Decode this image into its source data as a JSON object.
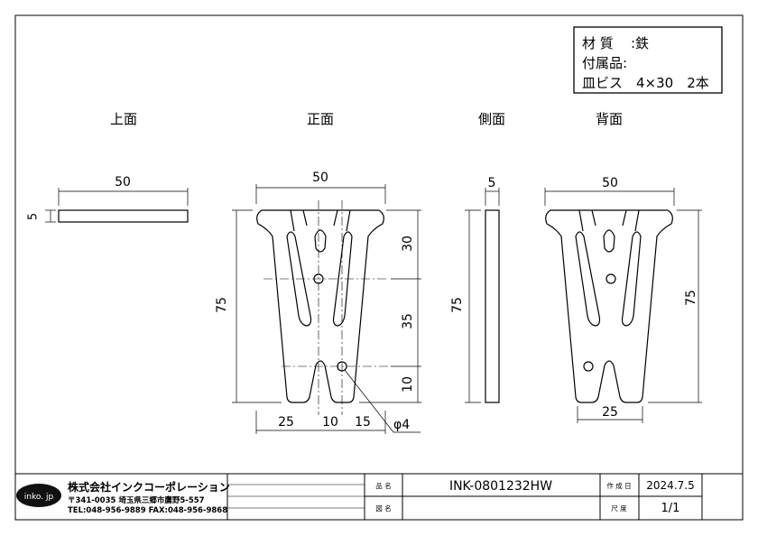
{
  "spec": {
    "material_label": "材 質",
    "material_value": ":鉄",
    "accessory_label": "付属品:",
    "screws": "皿ビス　4×30　2本"
  },
  "views": {
    "top": "上面",
    "front": "正面",
    "side": "側面",
    "back": "背面"
  },
  "dims": {
    "top_width": "50",
    "top_thickness": "5",
    "front_width": "50",
    "front_height": "75",
    "front_v30": "30",
    "front_v35": "35",
    "front_v10": "10",
    "front_h25": "25",
    "front_h10": "10",
    "front_h15": "15",
    "hole": "φ4",
    "side_thickness": "5",
    "side_height": "75",
    "back_width": "50",
    "back_height": "75",
    "back_bottom": "25"
  },
  "title_block": {
    "logo": "inko. jp",
    "company": "株式会社インクコーポレーション",
    "address": "〒341-0035 埼玉県三郷市鷹野5-557",
    "tel_fax": "TEL:048-956-9889  FAX:048-956-9868",
    "name_label": "品 名",
    "name_value": "INK-0801232HW",
    "drawing_label": "図 名",
    "drawing_value": "",
    "date_label": "作 成 日",
    "date_value": "2024.7.5",
    "scale_label": "尺 度",
    "scale_value": "1/1"
  }
}
